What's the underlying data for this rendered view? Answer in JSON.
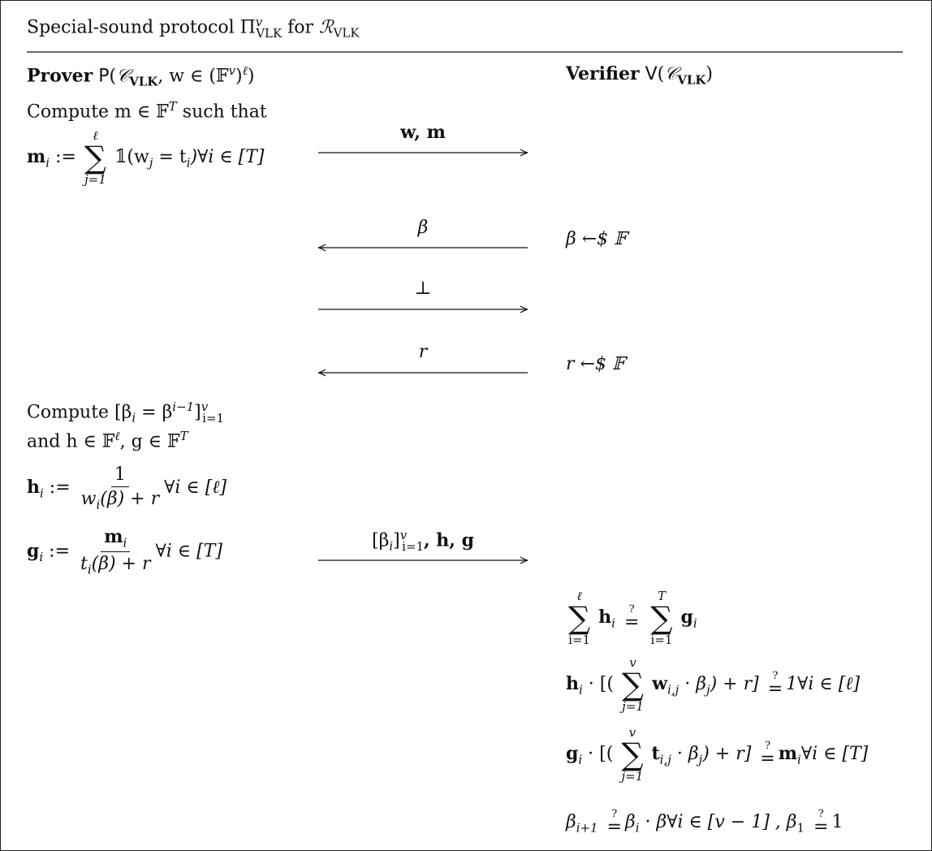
{
  "title": {
    "prefix": "Special-sound protocol Π",
    "sup": "v",
    "sub": "VLK",
    "for": " for ",
    "rel": "ℛ",
    "rel_sub": "VLK"
  },
  "prover": {
    "label": "Prover",
    "fn": "P",
    "args_open": "(",
    "circuit": "𝒞",
    "circuit_sub": "VLK",
    "args_rest": ", w ∈ (𝔽",
    "args_sup_v": "v",
    "args_close": ")",
    "args_sup_l": "ℓ",
    "args_end": ")"
  },
  "verifier": {
    "label": "Verifier",
    "fn": "V",
    "args_open": "(",
    "circuit": "𝒞",
    "circuit_sub": "VLK",
    "args_close": ")"
  },
  "prover_steps": {
    "compute_m": "Compute m ∈ 𝔽",
    "compute_m_sup": "T",
    "compute_m_tail": " such that",
    "m_def_lhs": "m",
    "m_def_lhs_sub": "i",
    "m_def_assign": " := ",
    "sum_top_l": "ℓ",
    "sum_bot_j1": "j=1",
    "m_def_body": "𝟙(w",
    "m_def_body_sub_j": "j",
    "m_def_body_mid": " = t",
    "m_def_body_sub_i": "i",
    "m_def_body_end": ")∀i ∈ [T]",
    "compute_beta": "Compute [β",
    "compute_beta_sub_i": "i",
    "compute_beta_mid": " = β",
    "compute_beta_sup": "i−1",
    "compute_beta_close": "]",
    "compute_beta_sup_v": "v",
    "compute_beta_sub_1": "i=1",
    "and_hg": "and h ∈ 𝔽",
    "and_hg_sup_l": "ℓ",
    "and_hg_mid": ", g ∈ 𝔽",
    "and_hg_sup_T": "T",
    "h_lhs": "h",
    "h_lhs_sub": "i",
    "assign": " := ",
    "h_num": "1",
    "h_den": "w",
    "h_den_sub": "i",
    "h_den_tail": "(β) + r",
    "h_tail": "∀i ∈ [ℓ]",
    "g_lhs": "g",
    "g_lhs_sub": "i",
    "g_num": "m",
    "g_num_sub": "i",
    "g_den": "t",
    "g_den_sub": "i",
    "g_den_tail": "(β) + r",
    "g_tail": "∀i ∈ [T]"
  },
  "messages": [
    {
      "text": "w, m",
      "direction": "right"
    },
    {
      "text": "β",
      "direction": "left"
    },
    {
      "text": "⊥",
      "direction": "right"
    },
    {
      "text": "r",
      "direction": "left"
    },
    {
      "text_pre": "[β",
      "text_sub_i": "i",
      "text_close": "]",
      "text_sup": "v",
      "text_sub": "i=1",
      "text_post": ", h, g",
      "direction": "right"
    }
  ],
  "verifier_steps": {
    "beta_sample": "β ←$ 𝔽",
    "r_sample": "r ←$ 𝔽",
    "check1_top_l": "ℓ",
    "check1_bot": "i=1",
    "check1_h": "h",
    "check1_h_sub": "i",
    "check1_top_T": "T",
    "check1_g": "g",
    "check1_g_sub": "i",
    "check2_lhs": "h",
    "check2_lhs_sub": "i",
    "check2_open": " · [(",
    "check2_top": "v",
    "check2_bot": "j=1",
    "check2_body": "w",
    "check2_body_sub": "i,j",
    "check2_mid": " · β",
    "check2_mid_sub": "j",
    "check2_close": ") + r]",
    "check2_rhs": "1∀i ∈ [ℓ]",
    "check3_lhs": "g",
    "check3_lhs_sub": "i",
    "check3_open": " · [(",
    "check3_top": "v",
    "check3_bot": "j=1",
    "check3_body": "t",
    "check3_body_sub": "i,j",
    "check3_mid": " · β",
    "check3_mid_sub": "j",
    "check3_close": ") + r]",
    "check3_rhs": "m",
    "check3_rhs_sub": "i",
    "check3_tail": "∀i ∈ [T]",
    "check4_lhs": "β",
    "check4_lhs_sub": "i+1",
    "check4_mid": "β",
    "check4_mid_sub": "i",
    "check4_mid2": " · β∀i ∈ [v − 1] , β",
    "check4_sub1": "1",
    "check4_rhs": "1",
    "q": "?",
    "eq": "="
  }
}
